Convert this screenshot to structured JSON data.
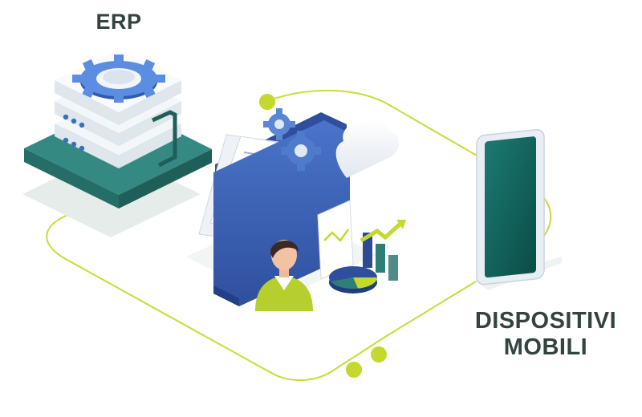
{
  "labels": {
    "erp": "ERP",
    "mobile_line1": "DISPOSITIVI",
    "mobile_line2": "MOBILI"
  },
  "colors": {
    "connector": "#c9dc3a",
    "connector_dot": "#c4d82e",
    "server_teal": "#2e7f78",
    "server_teal_dark": "#1f5f5a",
    "gear_blue": "#4d7fd9",
    "folder_blue": "#3a60b6",
    "tablet_screen": "#115e58",
    "text": "#33433f"
  },
  "icons": {
    "erp": "erp-server-icon",
    "central": "data-folder-icon",
    "mobile": "tablet-icon"
  }
}
